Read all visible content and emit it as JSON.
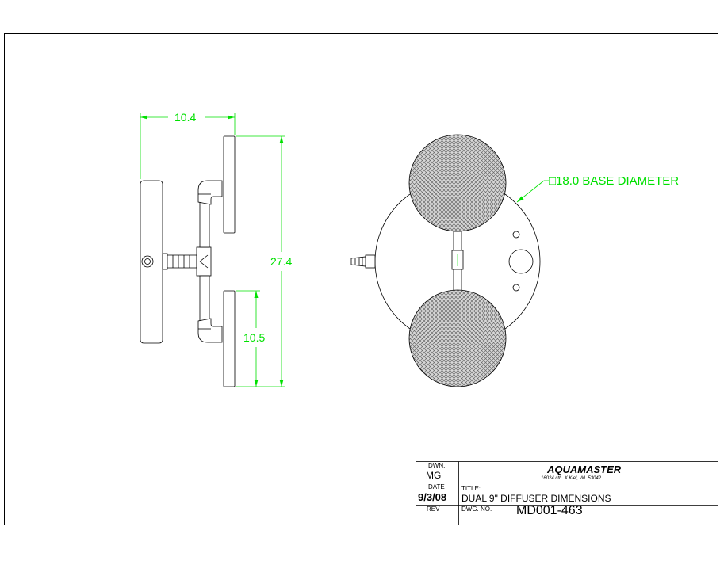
{
  "dimensions": {
    "width_label": "10.4",
    "height_label": "27.4",
    "disc_height_label": "10.5",
    "base_note": "□18.0 BASE DIAMETER"
  },
  "title_block": {
    "dwn_label": "DWN.",
    "dwn_value": "MG",
    "company": "AQUAMASTER",
    "address": "16024 cth. X Kiel, WI. 53042",
    "date_label": "DATE",
    "date_value": "9/3/08",
    "title_label": "TITLE:",
    "title_value": "DUAL 9\"  DIFFUSER DIMENSIONS",
    "rev_label": "REV",
    "dwg_label": "DWG. NO.",
    "dwg_value": "MD001-463"
  },
  "colors": {
    "dimension": "#00e000",
    "outline": "#000000"
  }
}
